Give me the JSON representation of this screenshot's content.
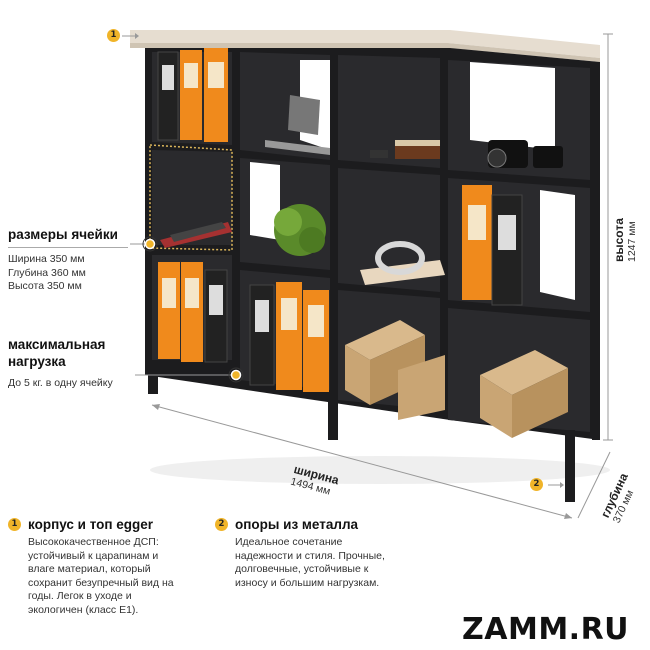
{
  "callouts": {
    "cell_size": {
      "title": "размеры ячейки",
      "lines": [
        "Ширина 350 мм",
        "Глубина 360 мм",
        "Высота 350 мм"
      ]
    },
    "max_load": {
      "title_line1": "максимальная",
      "title_line2": "нагрузка",
      "text": "До 5 кг. в одну ячейку"
    }
  },
  "dimensions": {
    "height": {
      "label": "высота",
      "value": "1247 мм"
    },
    "width": {
      "label": "ширина",
      "value": "1494 мм"
    },
    "depth": {
      "label": "глубина",
      "value": "370 мм"
    }
  },
  "markers": {
    "one": "1",
    "two": "2"
  },
  "features": [
    {
      "num": "1",
      "title": "корпус и топ egger",
      "lines": [
        "Высококачественное ДСП:",
        "устойчивый к царапинам и",
        "влаге материал, который",
        "сохранит безупречный вид на",
        "годы. Легок в уходе и",
        "экологичен (класс E1)."
      ]
    },
    {
      "num": "2",
      "title": "опоры из металла",
      "lines": [
        "Идеальное сочетание",
        "надежности и стиля. Прочные,",
        "долговечные, устойчивые к",
        "износу  и большим нагрузкам."
      ]
    }
  ],
  "brand": "ZAMM.RU",
  "colors": {
    "accent": "#f0b429",
    "frame": "#1c1c1e",
    "top": "#e6ddd0",
    "folder": "#f08a1c"
  }
}
